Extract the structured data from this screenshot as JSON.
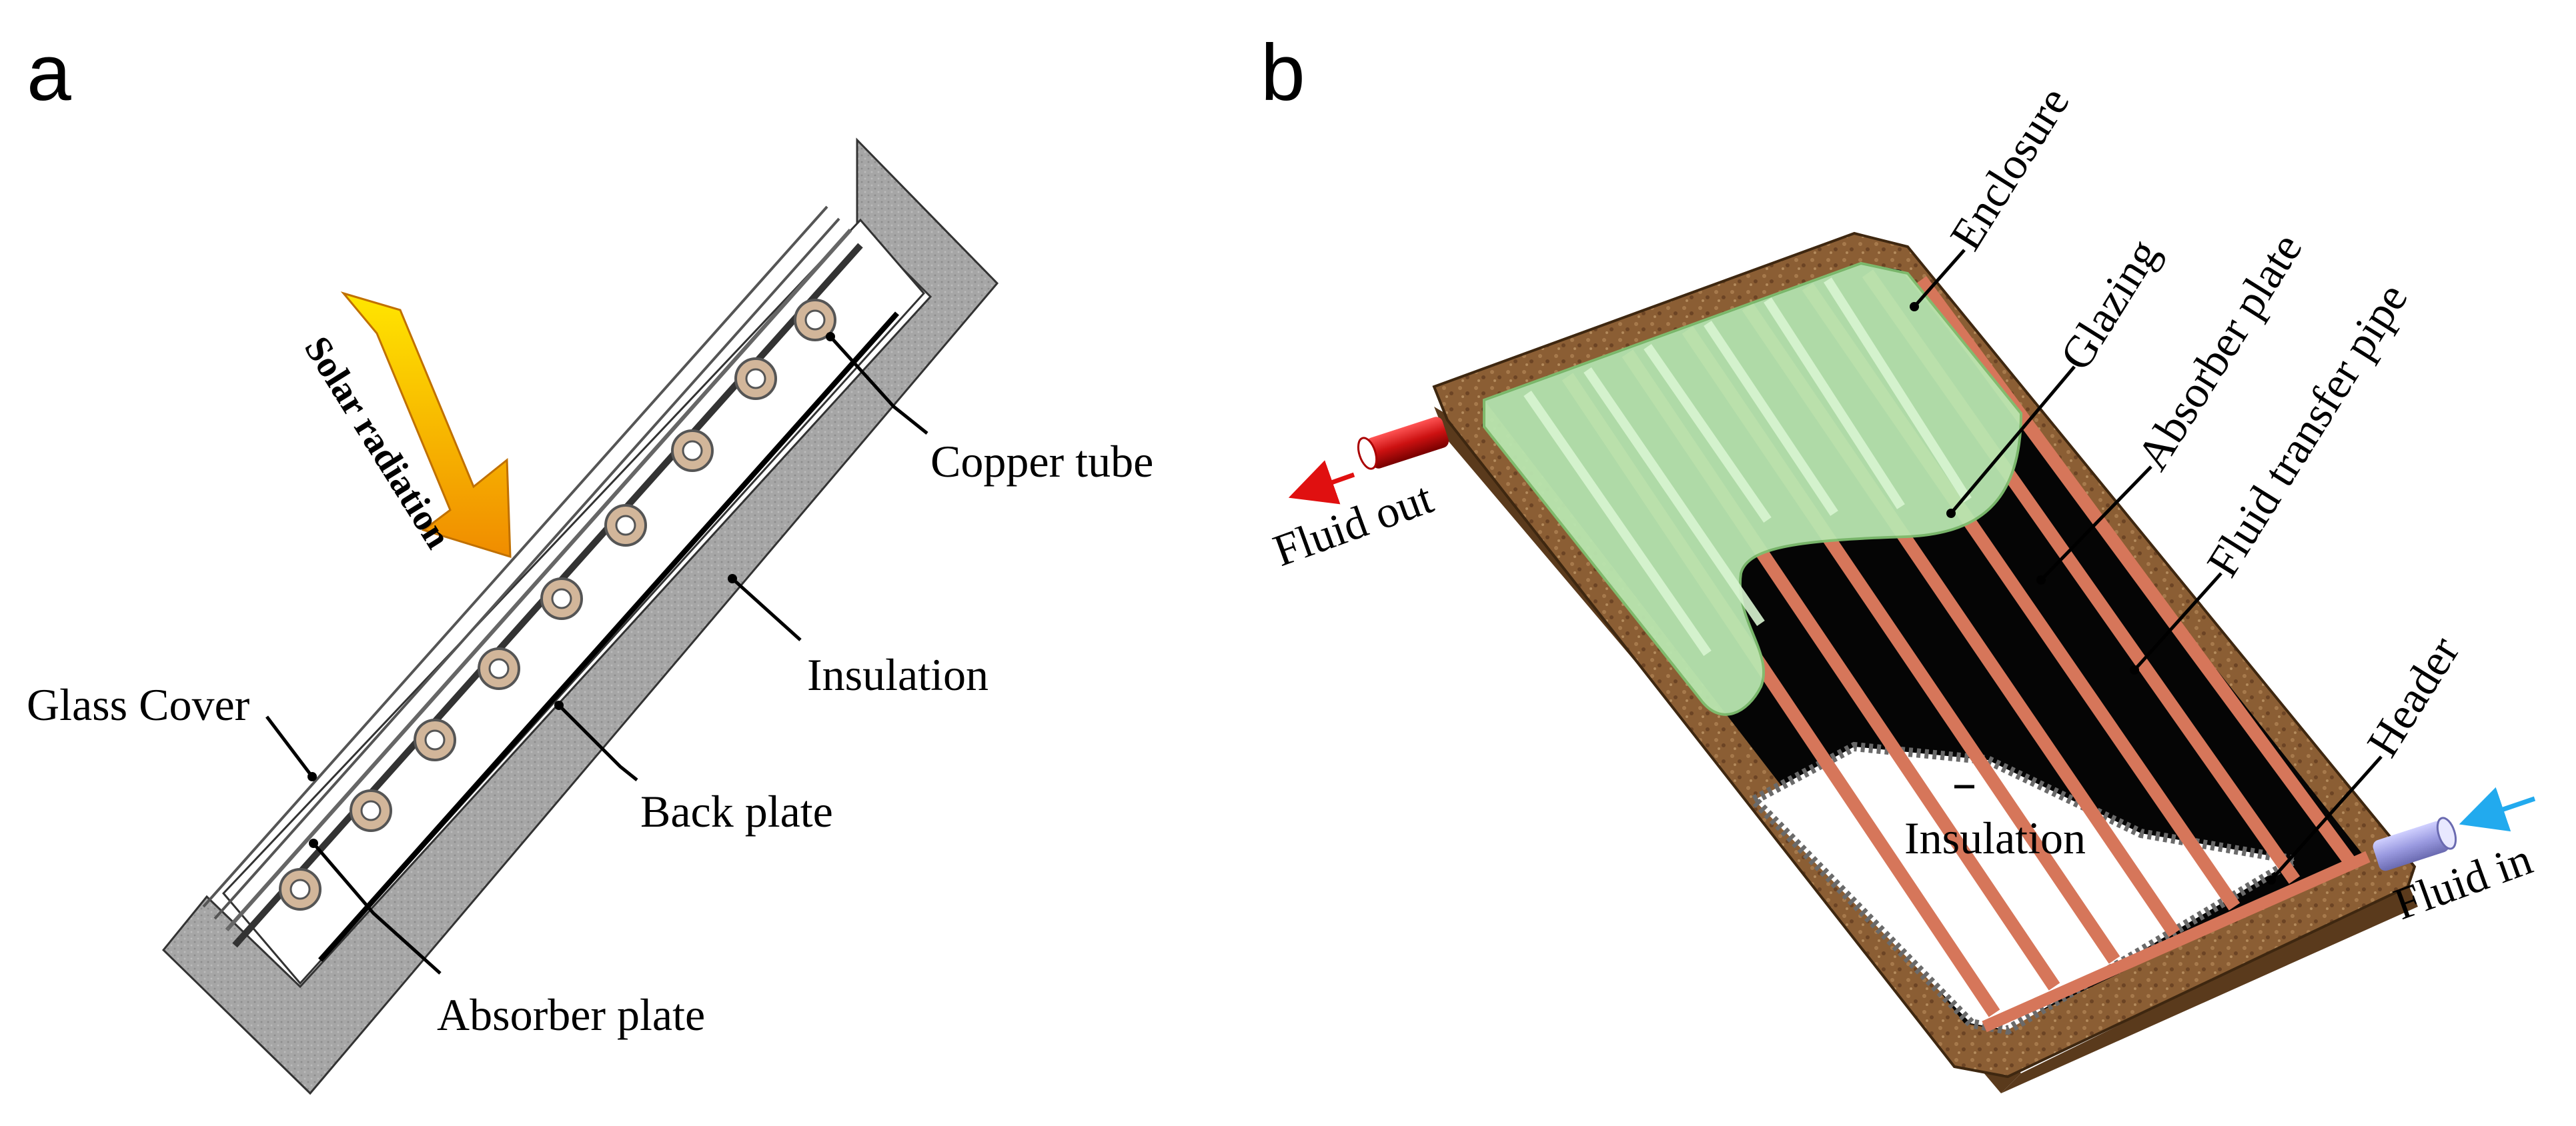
{
  "panels": [
    {
      "letter": "a",
      "labels": {
        "solar_radiation": "Solar radiation",
        "copper_tube": "Copper tube",
        "insulation": "Insulation",
        "glass_cover": "Glass Cover",
        "back_plate": "Back plate",
        "absorber_plate": "Absorber plate"
      }
    },
    {
      "letter": "b",
      "labels": {
        "enclosure": "Enclosure",
        "glazing": "Glazing",
        "absorber_plate": "Absorber plate",
        "fluid_transfer_pipe": "Fluid transfer pipe",
        "header": "Header",
        "insulation": "Insulation",
        "fluid_out": "Fluid out",
        "fluid_in": "Fluid in"
      }
    }
  ],
  "colors": {
    "frame": "#a6a6a6",
    "tube_ring": "#d2b69a",
    "arrow_top": "#ffe600",
    "arrow_bottom": "#f08c00",
    "wood": "#8b5e34",
    "glazing": "#b9e6b0",
    "pipe": "#d6765a",
    "outlet": "#cc1111",
    "inlet": "#9a9ae0",
    "arrow_out": "#e01010",
    "arrow_in": "#22aaee"
  }
}
